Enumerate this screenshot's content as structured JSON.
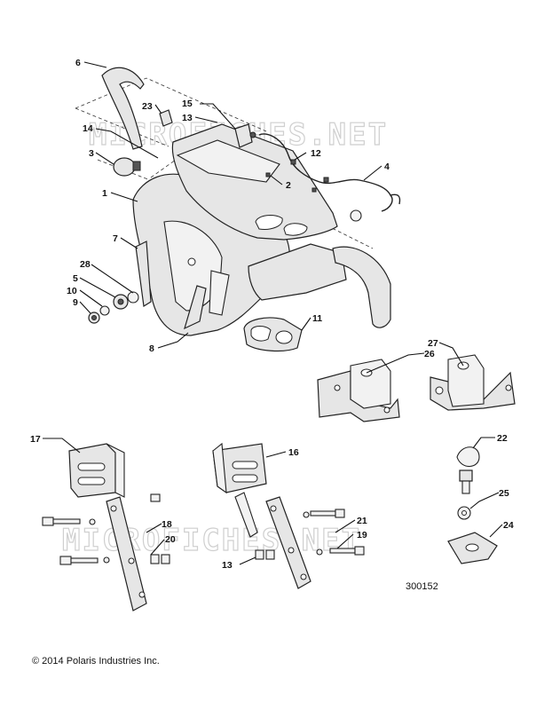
{
  "watermarks": [
    "MICROFICHES.NET",
    "MICROFICHES.NET"
  ],
  "callouts": [
    {
      "id": "c6",
      "label": "6"
    },
    {
      "id": "c23",
      "label": "23"
    },
    {
      "id": "c15",
      "label": "15"
    },
    {
      "id": "c13a",
      "label": "13"
    },
    {
      "id": "c14",
      "label": "14"
    },
    {
      "id": "c3",
      "label": "3"
    },
    {
      "id": "c12",
      "label": "12"
    },
    {
      "id": "c4",
      "label": "4"
    },
    {
      "id": "c2",
      "label": "2"
    },
    {
      "id": "c1",
      "label": "1"
    },
    {
      "id": "c7",
      "label": "7"
    },
    {
      "id": "c28",
      "label": "28"
    },
    {
      "id": "c5",
      "label": "5"
    },
    {
      "id": "c10",
      "label": "10"
    },
    {
      "id": "c9",
      "label": "9"
    },
    {
      "id": "c8",
      "label": "8"
    },
    {
      "id": "c11",
      "label": "11"
    },
    {
      "id": "c26",
      "label": "26"
    },
    {
      "id": "c27",
      "label": "27"
    },
    {
      "id": "c17",
      "label": "17"
    },
    {
      "id": "c16",
      "label": "16"
    },
    {
      "id": "c22",
      "label": "22"
    },
    {
      "id": "c18",
      "label": "18"
    },
    {
      "id": "c20",
      "label": "20"
    },
    {
      "id": "c21",
      "label": "21"
    },
    {
      "id": "c19",
      "label": "19"
    },
    {
      "id": "c25",
      "label": "25"
    },
    {
      "id": "c24",
      "label": "24"
    },
    {
      "id": "c13b",
      "label": "13"
    }
  ],
  "document_number": "300152",
  "copyright": "© 2014 Polaris Industries Inc."
}
